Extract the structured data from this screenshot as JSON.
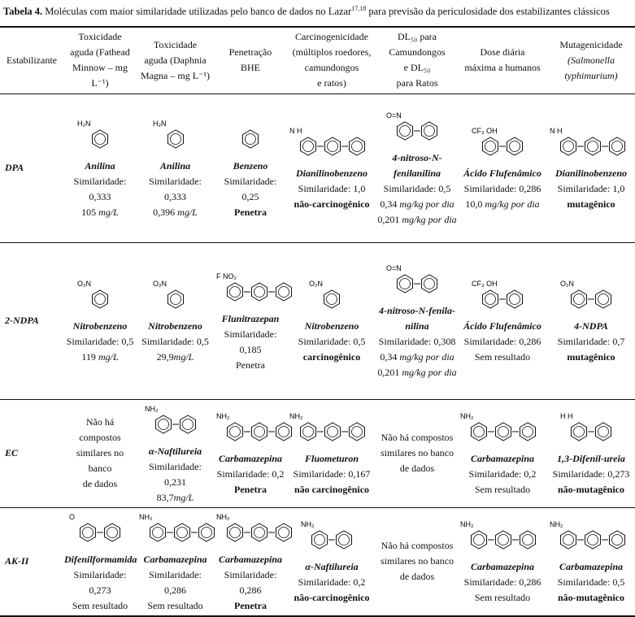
{
  "caption": {
    "label": "Tabela 4.",
    "text": "Moléculas com maior similaridade utilizadas pelo banco de dados no Lazar",
    "sup": "17,18",
    "text2": " para previsão da periculosidade dos estabilizantes clássicos"
  },
  "headers": [
    [
      "Estabilizante"
    ],
    [
      "Toxicidade",
      "aguda (Fathead",
      "Minnow – mg L⁻¹)"
    ],
    [
      "Toxicidade",
      "aguda (Daphnia",
      "Magna – mg L⁻¹)"
    ],
    [
      "Penetração",
      "BHE"
    ],
    [
      "Carcinogenicidade",
      "(múltiplos roedores,",
      "camundongos",
      "e ratos)"
    ],
    [
      "DL₅₀ para",
      "Camundongos",
      "e DL₅₀",
      "para Ratos"
    ],
    [
      "Dose diária",
      "máxima a humanos"
    ],
    [
      "Mutagenicidade",
      "(Salmonella",
      "typhimurium)"
    ]
  ],
  "rows": [
    {
      "name": "DPA",
      "cells": [
        {
          "mol": {
            "rings": 1,
            "label": "H₂N"
          },
          "lines": [
            [
              [
                "Anilina",
                "bi"
              ]
            ],
            [
              [
                "Similaridade: 0,333",
                "n"
              ]
            ],
            [
              [
                "105 ",
                "n"
              ],
              [
                "mg/L",
                "i"
              ]
            ]
          ]
        },
        {
          "mol": {
            "rings": 1,
            "label": "H₂N"
          },
          "lines": [
            [
              [
                "Anilina",
                "bi"
              ]
            ],
            [
              [
                "Similaridade: 0,333",
                "n"
              ]
            ],
            [
              [
                "0,396 ",
                "n"
              ],
              [
                "mg/L",
                "i"
              ]
            ]
          ]
        },
        {
          "mol": {
            "rings": 1,
            "label": ""
          },
          "lines": [
            [
              [
                "Benzeno",
                "bi"
              ]
            ],
            [
              [
                "Similaridade: 0,25",
                "n"
              ]
            ],
            [
              [
                "Penetra",
                "b"
              ]
            ]
          ]
        },
        {
          "mol": {
            "rings": 3,
            "label": "N H"
          },
          "lines": [
            [
              [
                "Dianilinobenzeno",
                "bi"
              ]
            ],
            [
              [
                "Similaridade: 1,0",
                "n"
              ]
            ],
            [
              [
                "não-carcinogênico",
                "b"
              ]
            ]
          ]
        },
        {
          "mol": {
            "rings": 2,
            "label": "O=N"
          },
          "lines": [
            [
              [
                "4-nitroso-N-",
                "bi"
              ]
            ],
            [
              [
                "fenilanilina",
                "bi"
              ]
            ],
            [
              [
                "Similaridade: 0,5",
                "n"
              ]
            ],
            [
              [
                "0,34 ",
                "n"
              ],
              [
                "mg/kg por dia",
                "i"
              ]
            ],
            [
              [
                "0,201 ",
                "n"
              ],
              [
                "mg/kg por dia",
                "i"
              ]
            ]
          ]
        },
        {
          "mol": {
            "rings": 2,
            "label": "CF₃ OH"
          },
          "lines": [
            [
              [
                "Ácido Flufenâmico",
                "bi"
              ]
            ],
            [
              [
                "Similaridade: 0,286",
                "n"
              ]
            ],
            [
              [
                "10,0 ",
                "n"
              ],
              [
                "mg/kg por dia",
                "i"
              ]
            ]
          ]
        },
        {
          "mol": {
            "rings": 3,
            "label": "N H"
          },
          "lines": [
            [
              [
                "Dianilinobenzeno",
                "bi"
              ]
            ],
            [
              [
                "Similaridade: 1,0",
                "n"
              ]
            ],
            [
              [
                "mutagênico",
                "b"
              ]
            ]
          ]
        }
      ]
    },
    {
      "name": "2-NDPA",
      "cells": [
        {
          "mol": {
            "rings": 1,
            "label": "O₂N"
          },
          "lines": [
            [
              [
                "Nitrobenzeno",
                "bi"
              ]
            ],
            [
              [
                "Similaridade: 0,5",
                "n"
              ]
            ],
            [
              [
                "119 ",
                "n"
              ],
              [
                "mg/L",
                "i"
              ]
            ]
          ]
        },
        {
          "mol": {
            "rings": 1,
            "label": "O₂N"
          },
          "lines": [
            [
              [
                "Nitrobenzeno",
                "bi"
              ]
            ],
            [
              [
                "Similaridade: 0,5",
                "n"
              ]
            ],
            [
              [
                "29,9",
                "n"
              ],
              [
                "mg/L",
                "i"
              ]
            ]
          ]
        },
        {
          "mol": {
            "rings": 3,
            "label": "F NO₂"
          },
          "lines": [
            [
              [
                "Flunitrazepan",
                "bi"
              ]
            ],
            [
              [
                "Similaridade: 0,185",
                "n"
              ]
            ],
            [
              [
                "Penetra",
                "n"
              ]
            ]
          ]
        },
        {
          "mol": {
            "rings": 1,
            "label": "O₂N"
          },
          "lines": [
            [
              [
                "Nitrobenzeno",
                "bi"
              ]
            ],
            [
              [
                "Similaridade: 0,5",
                "n"
              ]
            ],
            [
              [
                "carcinogênico",
                "b"
              ]
            ]
          ]
        },
        {
          "mol": {
            "rings": 2,
            "label": "O=N"
          },
          "lines": [
            [
              [
                "4-nitroso-N-fenila-",
                "bi"
              ]
            ],
            [
              [
                "nilina",
                "bi"
              ]
            ],
            [
              [
                "Similaridade: 0,308",
                "n"
              ]
            ],
            [
              [
                "0,34 ",
                "n"
              ],
              [
                "mg/kg por dia",
                "i"
              ]
            ],
            [
              [
                "0,201 ",
                "n"
              ],
              [
                "mg/kg por dia",
                "i"
              ]
            ]
          ]
        },
        {
          "mol": {
            "rings": 2,
            "label": "CF₃ OH"
          },
          "lines": [
            [
              [
                "Ácido Flufenâmico",
                "bi"
              ]
            ],
            [
              [
                "Similaridade: 0,286",
                "n"
              ]
            ],
            [
              [
                "Sem resultado",
                "n"
              ]
            ]
          ]
        },
        {
          "mol": {
            "rings": 2,
            "label": "O₂N"
          },
          "lines": [
            [
              [
                "4-NDPA",
                "bi"
              ]
            ],
            [
              [
                "Similaridade: 0,7",
                "n"
              ]
            ],
            [
              [
                "mutagênico",
                "b"
              ]
            ]
          ]
        }
      ]
    },
    {
      "name": "EC",
      "cells": [
        {
          "lines": [
            [
              [
                "Não há compostos",
                "n"
              ]
            ],
            [
              [
                "similares no banco",
                "n"
              ]
            ],
            [
              [
                "de dados",
                "n"
              ]
            ]
          ]
        },
        {
          "mol": {
            "rings": 2,
            "label": "NH₂"
          },
          "lines": [
            [
              [
                "α-Naftilureia",
                "bi"
              ]
            ],
            [
              [
                "Similaridade: 0,231",
                "n"
              ]
            ],
            [
              [
                "83,7",
                "n"
              ],
              [
                "mg/L",
                "i"
              ]
            ]
          ]
        },
        {
          "mol": {
            "rings": 3,
            "label": "NH₂"
          },
          "lines": [
            [
              [
                "Carbamazepina",
                "bi"
              ]
            ],
            [
              [
                "Similaridade: 0,2",
                "n"
              ]
            ],
            [
              [
                "Penetra",
                "b"
              ]
            ]
          ]
        },
        {
          "mol": {
            "rings": 3,
            "label": "NH₂"
          },
          "lines": [
            [
              [
                "Fluometuron",
                "bi"
              ]
            ],
            [
              [
                "Similaridade: 0,167",
                "n"
              ]
            ],
            [
              [
                "não carcinogênico",
                "b"
              ]
            ]
          ]
        },
        {
          "lines": [
            [
              [
                "Não há compostos",
                "n"
              ]
            ],
            [
              [
                "similares no banco",
                "n"
              ]
            ],
            [
              [
                "de dados",
                "n"
              ]
            ]
          ]
        },
        {
          "mol": {
            "rings": 3,
            "label": "NH₂"
          },
          "lines": [
            [
              [
                "Carbamazepina",
                "bi"
              ]
            ],
            [
              [
                "Similaridade: 0,2",
                "n"
              ]
            ],
            [
              [
                "Sem resultado",
                "n"
              ]
            ]
          ]
        },
        {
          "mol": {
            "rings": 2,
            "label": "H H"
          },
          "lines": [
            [
              [
                "1,3-Difenil-ureia",
                "bi"
              ]
            ],
            [
              [
                "Similaridade: 0,273",
                "n"
              ]
            ],
            [
              [
                "não-mutagênico",
                "b"
              ]
            ]
          ]
        }
      ]
    },
    {
      "name": "AK-II",
      "cells": [
        {
          "mol": {
            "rings": 2,
            "label": "O"
          },
          "lines": [
            [
              [
                "Difenilformamida",
                "bi"
              ]
            ],
            [
              [
                "Similaridade: 0,273",
                "n"
              ]
            ],
            [
              [
                "Sem resultado",
                "n"
              ]
            ]
          ]
        },
        {
          "mol": {
            "rings": 3,
            "label": "NH₂"
          },
          "lines": [
            [
              [
                "Carbamazepina",
                "bi"
              ]
            ],
            [
              [
                "Similaridade: 0,286",
                "n"
              ]
            ],
            [
              [
                "Sem resultado",
                "n"
              ]
            ]
          ]
        },
        {
          "mol": {
            "rings": 3,
            "label": "NH₂"
          },
          "lines": [
            [
              [
                "Carbamazepina",
                "bi"
              ]
            ],
            [
              [
                "Similaridade: 0,286",
                "n"
              ]
            ],
            [
              [
                "Penetra",
                "b"
              ]
            ]
          ]
        },
        {
          "mol": {
            "rings": 2,
            "label": "NH₂"
          },
          "lines": [
            [
              [
                "α-Naftilureia",
                "bi"
              ]
            ],
            [
              [
                "Similaridade: 0,2",
                "n"
              ]
            ],
            [
              [
                "não-carcinogênico",
                "b"
              ]
            ]
          ]
        },
        {
          "lines": [
            [
              [
                "Não há compostos",
                "n"
              ]
            ],
            [
              [
                "similares no banco",
                "n"
              ]
            ],
            [
              [
                "de dados",
                "n"
              ]
            ]
          ]
        },
        {
          "mol": {
            "rings": 3,
            "label": "NH₂"
          },
          "lines": [
            [
              [
                "Carbamazepina",
                "bi"
              ]
            ],
            [
              [
                "Similaridade: 0,286",
                "n"
              ]
            ],
            [
              [
                "Sem resultado",
                "n"
              ]
            ]
          ]
        },
        {
          "mol": {
            "rings": 3,
            "label": "NH₂"
          },
          "lines": [
            [
              [
                "Carbamazepina",
                "bi"
              ]
            ],
            [
              [
                "Similaridade: 0,5",
                "n"
              ]
            ],
            [
              [
                "não-mutagênico",
                "b"
              ]
            ]
          ]
        }
      ]
    }
  ]
}
